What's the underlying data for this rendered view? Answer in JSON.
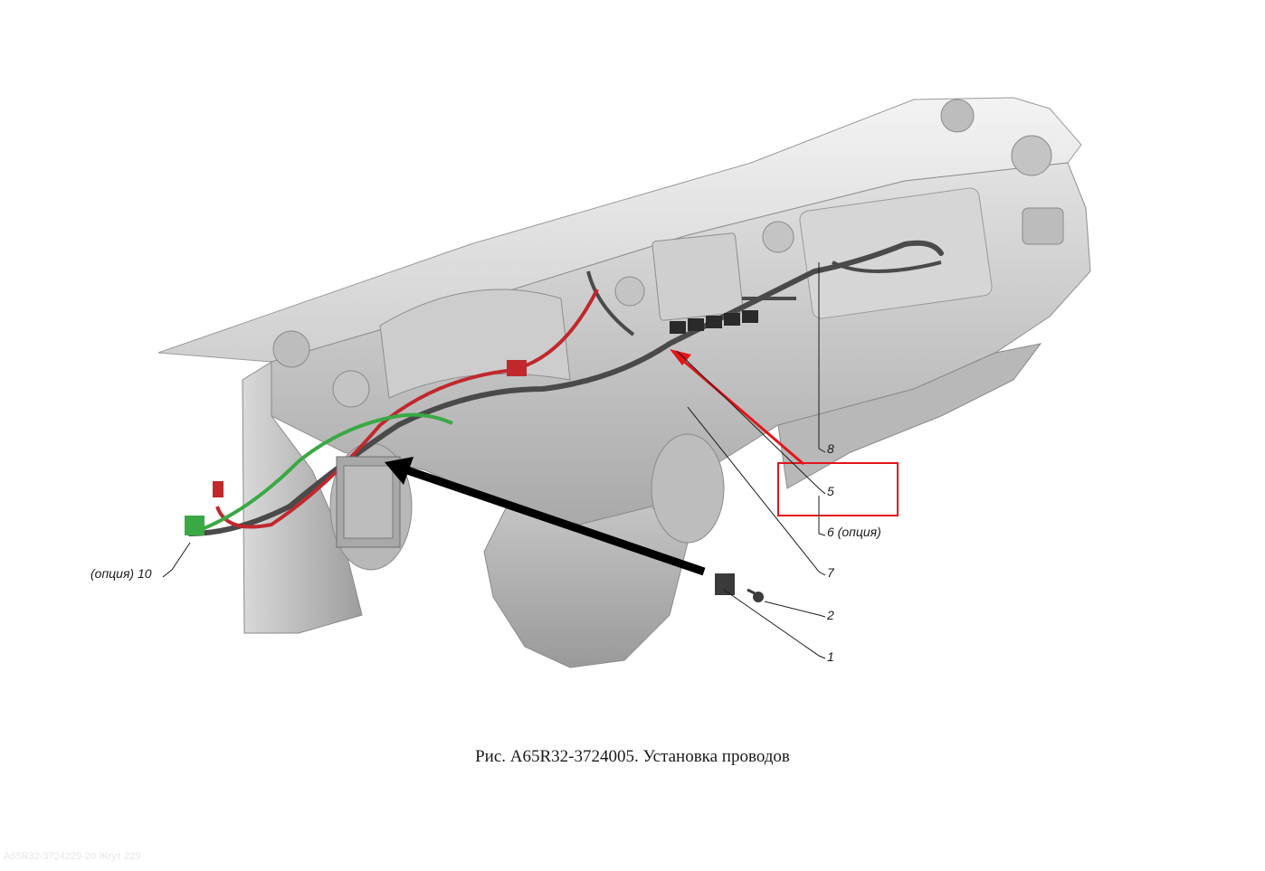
{
  "figure": {
    "caption": "Рис. А65R32-3724005. Установка проводов",
    "footer_code": "А65R32-3724229-20 Жгут 229"
  },
  "callouts": {
    "c1": "1",
    "c2": "2",
    "c5": "5",
    "c6": "6 (опция)",
    "c7": "7",
    "c8": "8",
    "c10": "(опция) 10"
  },
  "colors": {
    "panel_light": "#e9e9e9",
    "panel_mid": "#c9c9c9",
    "panel_dark": "#8f8f8f",
    "harness_main": "#4a4a4a",
    "harness_red": "#c0282d",
    "harness_green": "#3aa845",
    "highlight_red": "#e3141b",
    "pointer_black": "#000000"
  }
}
